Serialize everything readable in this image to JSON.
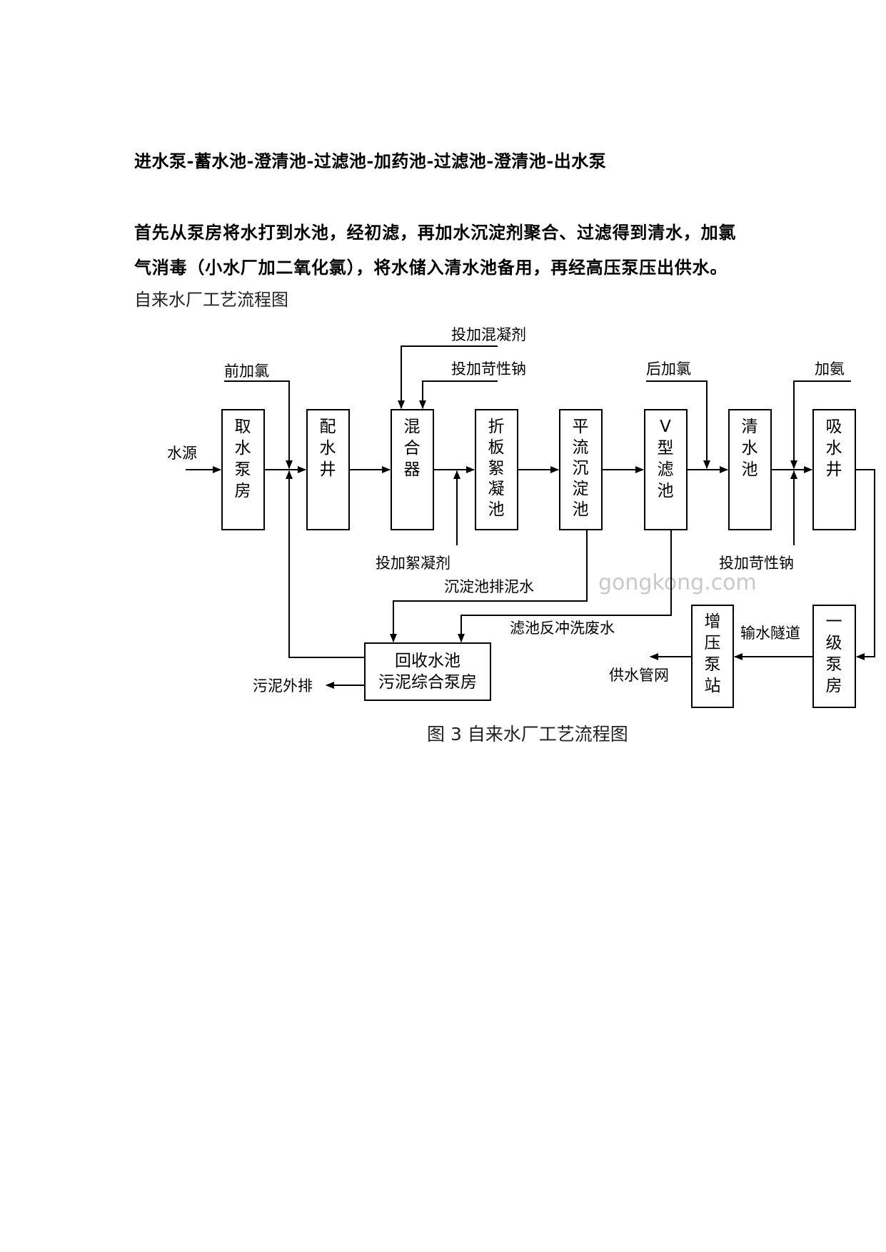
{
  "doc": {
    "process_line": "进水泵-蓄水池-澄清池-过滤池-加药池-过滤池-澄清池-出水泵",
    "description_line1": "首先从泵房将水打到水池，经初滤，再加水沉淀剂聚合、过滤得到清水，加氯",
    "description_line2": "气消毒（小水厂加二氧化氯），将水储入清水池备用，再经高压泵压出供水。",
    "subtitle": "自来水厂工艺流程图"
  },
  "diagram": {
    "boxes": {
      "b1": [
        "取",
        "水",
        "泵",
        "房"
      ],
      "b2": [
        "配",
        "水",
        "井"
      ],
      "b3": [
        "混",
        "合",
        "器"
      ],
      "b4": [
        "折",
        "板",
        "絮",
        "凝",
        "池"
      ],
      "b5": [
        "平",
        "流",
        "沉",
        "淀",
        "池"
      ],
      "b6": [
        "V",
        "型",
        "滤",
        "池"
      ],
      "b7": [
        "清",
        "水",
        "池"
      ],
      "b8": [
        "吸",
        "水",
        "井"
      ],
      "b9": [
        "增",
        "压",
        "泵",
        "站"
      ],
      "b10": [
        "一",
        "级",
        "泵",
        "房"
      ],
      "b11": [
        "回收水池",
        "污泥综合泵房"
      ]
    },
    "labels": {
      "water_source": "水源",
      "pre_chlorine": "前加氯",
      "add_coagulant": "投加混凝剂",
      "add_caustic_top": "投加苛性钠",
      "post_chlorine": "后加氯",
      "add_ammonia": "加氨",
      "add_flocculant": "投加絮凝剂",
      "add_caustic_bottom": "投加苛性钠",
      "sed_sludge": "沉淀池排泥水",
      "filter_backwash": "滤池反冲洗废水",
      "sludge_out": "污泥外排",
      "tunnel": "输水隧道",
      "supply_network": "供水管网",
      "watermark": "gongkong.com"
    },
    "caption": "图 3 自来水厂工艺流程图"
  }
}
